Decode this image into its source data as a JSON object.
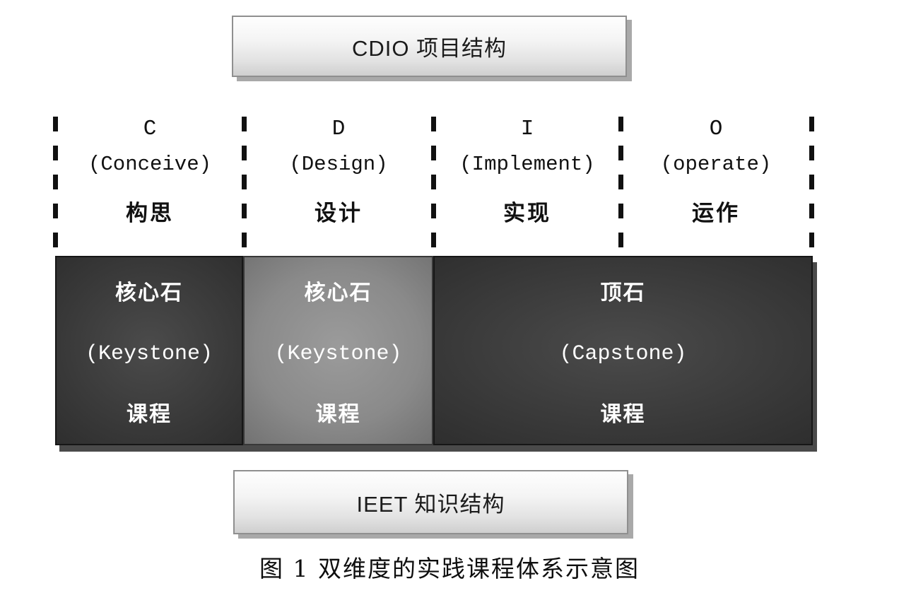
{
  "figure": {
    "top_label": "CDIO 项目结构",
    "bottom_label": "IEET 知识结构",
    "caption": "图 1 双维度的实践课程体系示意图",
    "columns": [
      {
        "letter": "C",
        "en": "(Conceive)",
        "cn": "构思"
      },
      {
        "letter": "D",
        "en": "(Design)",
        "cn": "设计"
      },
      {
        "letter": "I",
        "en": "(Implement)",
        "cn": "实现"
      },
      {
        "letter": "O",
        "en": "(operate)",
        "cn": "运作"
      }
    ],
    "blocks": [
      {
        "title_cn": "核心石",
        "title_en": "(Keystone)",
        "course_cn": "课程",
        "variant": "dark"
      },
      {
        "title_cn": "核心石",
        "title_en": "(Keystone)",
        "course_cn": "课程",
        "variant": "light"
      },
      {
        "title_cn": "顶石",
        "title_en": "(Capstone)",
        "course_cn": "课程",
        "variant": "dark"
      }
    ],
    "colors": {
      "block_dark": "#3a3a3a",
      "block_light": "#8a8a8a",
      "block_text": "#ffffff",
      "pill_gradient_top": "#fefefe",
      "pill_gradient_bottom": "#cfcfcf",
      "pill_border": "#8f8f8f",
      "pill_shadow": "#a9a9a9",
      "dash": "#111111",
      "background": "#ffffff"
    }
  }
}
